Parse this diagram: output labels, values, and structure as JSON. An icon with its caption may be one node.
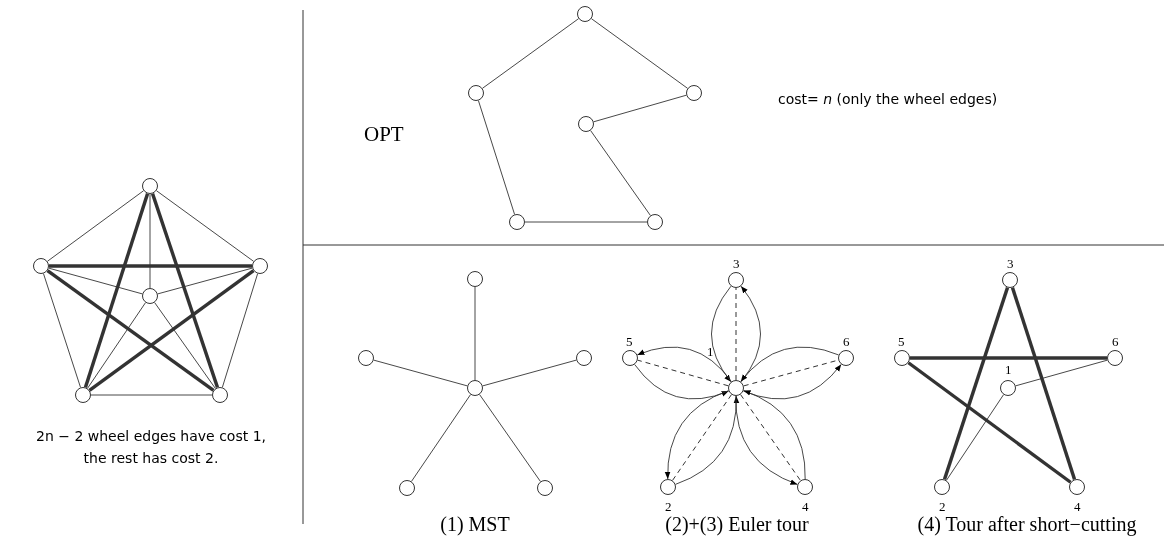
{
  "diagram": {
    "nodes": [
      {
        "text": [],
        "shape": "circle"
      },
      {
        "text": [],
        "shape": "circle"
      },
      {
        "text": [],
        "shape": "circle"
      },
      {
        "text": [],
        "shape": "circle"
      },
      {
        "text": [],
        "shape": "circle"
      },
      {
        "text": [],
        "shape": "circle"
      },
      {
        "text": [],
        "shape": "circle"
      },
      {
        "text": [],
        "shape": "circle"
      },
      {
        "text": [],
        "shape": "circle"
      },
      {
        "text": [],
        "shape": "circle"
      },
      {
        "text": [],
        "shape": "circle"
      },
      {
        "text": [],
        "shape": "circle"
      },
      {
        "text": [],
        "shape": "circle"
      },
      {
        "text": [],
        "shape": "circle"
      },
      {
        "text": [],
        "shape": "circle"
      },
      {
        "text": [],
        "shape": "circle"
      },
      {
        "text": [],
        "shape": "circle"
      },
      {
        "text": [],
        "shape": "circle"
      },
      {
        "text": [],
        "shape": "circle",
        "beside": [
          "3"
        ]
      },
      {
        "text": [],
        "shape": "circle",
        "beside": [
          "5"
        ]
      },
      {
        "text": [],
        "shape": "circle",
        "beside": [
          "6"
        ]
      },
      {
        "text": [],
        "shape": "circle",
        "beside": [
          "1"
        ]
      },
      {
        "text": [],
        "shape": "circle",
        "beside": [
          "2"
        ]
      },
      {
        "text": [],
        "shape": "circle",
        "beside": [
          "4"
        ]
      },
      {
        "text": [],
        "shape": "circle",
        "beside": [
          "3"
        ]
      },
      {
        "text": [],
        "shape": "circle",
        "beside": [
          "5"
        ]
      },
      {
        "text": [],
        "shape": "circle",
        "beside": [
          "6"
        ]
      },
      {
        "text": [],
        "shape": "circle",
        "beside": [
          "1"
        ]
      },
      {
        "text": [],
        "shape": "circle",
        "beside": [
          "2"
        ]
      },
      {
        "text": [],
        "shape": "circle",
        "beside": [
          "4"
        ]
      }
    ],
    "edges": [
      {
        "from": 0,
        "to": 1,
        "arrow": "none"
      },
      {
        "from": 0,
        "to": 2,
        "arrow": "none"
      },
      {
        "from": 0,
        "to": 3,
        "arrow": "none"
      },
      {
        "from": 0,
        "to": 4,
        "arrow": "none",
        "style": "thick"
      },
      {
        "from": 0,
        "to": 5,
        "arrow": "none",
        "style": "thick"
      },
      {
        "from": 1,
        "to": 2,
        "arrow": "none",
        "style": "thick"
      },
      {
        "from": 1,
        "to": 3,
        "arrow": "none"
      },
      {
        "from": 1,
        "to": 4,
        "arrow": "none"
      },
      {
        "from": 1,
        "to": 5,
        "arrow": "none",
        "style": "thick"
      },
      {
        "from": 2,
        "to": 3,
        "arrow": "none"
      },
      {
        "from": 2,
        "to": 4,
        "arrow": "none",
        "style": "thick"
      },
      {
        "from": 2,
        "to": 5,
        "arrow": "none"
      },
      {
        "from": 3,
        "to": 4,
        "arrow": "none"
      },
      {
        "from": 3,
        "to": 5,
        "arrow": "none"
      },
      {
        "from": 4,
        "to": 5,
        "arrow": "none"
      },
      {
        "from": 6,
        "to": 7,
        "arrow": "none"
      },
      {
        "from": 6,
        "to": 8,
        "arrow": "none"
      },
      {
        "from": 8,
        "to": 9,
        "arrow": "none"
      },
      {
        "from": 9,
        "to": 11,
        "arrow": "none"
      },
      {
        "from": 11,
        "to": 10,
        "arrow": "none"
      },
      {
        "from": 10,
        "to": 7,
        "arrow": "none"
      },
      {
        "from": 15,
        "to": 12,
        "arrow": "none"
      },
      {
        "from": 15,
        "to": 13,
        "arrow": "none"
      },
      {
        "from": 15,
        "to": 14,
        "arrow": "none"
      },
      {
        "from": 15,
        "to": 16,
        "arrow": "none"
      },
      {
        "from": 15,
        "to": 17,
        "arrow": "none"
      },
      {
        "from": 21,
        "to": 18,
        "arrow": "to"
      },
      {
        "from": 18,
        "to": 21,
        "arrow": "to"
      },
      {
        "from": 21,
        "to": 18,
        "arrow": "none",
        "style": "dashed"
      },
      {
        "from": 21,
        "to": 19,
        "arrow": "to"
      },
      {
        "from": 19,
        "to": 21,
        "arrow": "to"
      },
      {
        "from": 21,
        "to": 19,
        "arrow": "none",
        "style": "dashed"
      },
      {
        "from": 21,
        "to": 20,
        "arrow": "to"
      },
      {
        "from": 20,
        "to": 21,
        "arrow": "to"
      },
      {
        "from": 21,
        "to": 20,
        "arrow": "none",
        "style": "dashed"
      },
      {
        "from": 21,
        "to": 22,
        "arrow": "to"
      },
      {
        "from": 22,
        "to": 21,
        "arrow": "to"
      },
      {
        "from": 21,
        "to": 22,
        "arrow": "none",
        "style": "dashed"
      },
      {
        "from": 21,
        "to": 23,
        "arrow": "to"
      },
      {
        "from": 23,
        "to": 21,
        "arrow": "to"
      },
      {
        "from": 21,
        "to": 23,
        "arrow": "none",
        "style": "dashed"
      },
      {
        "from": 27,
        "to": 28,
        "arrow": "none"
      },
      {
        "from": 28,
        "to": 24,
        "arrow": "none",
        "style": "thick"
      },
      {
        "from": 24,
        "to": 29,
        "arrow": "none",
        "style": "thick"
      },
      {
        "from": 29,
        "to": 25,
        "arrow": "none",
        "style": "thick"
      },
      {
        "from": 25,
        "to": 26,
        "arrow": "none",
        "style": "thick"
      },
      {
        "from": 26,
        "to": 27,
        "arrow": "none"
      }
    ],
    "labels": [
      "OPT",
      "cost= *n* (only the wheel edges)",
      "2n − 2 wheel edges have cost 1, the rest has cost 2.",
      "(1) MST",
      "(2)+(3) Euler tour",
      "(4) Tour after short−cutting"
    ]
  }
}
